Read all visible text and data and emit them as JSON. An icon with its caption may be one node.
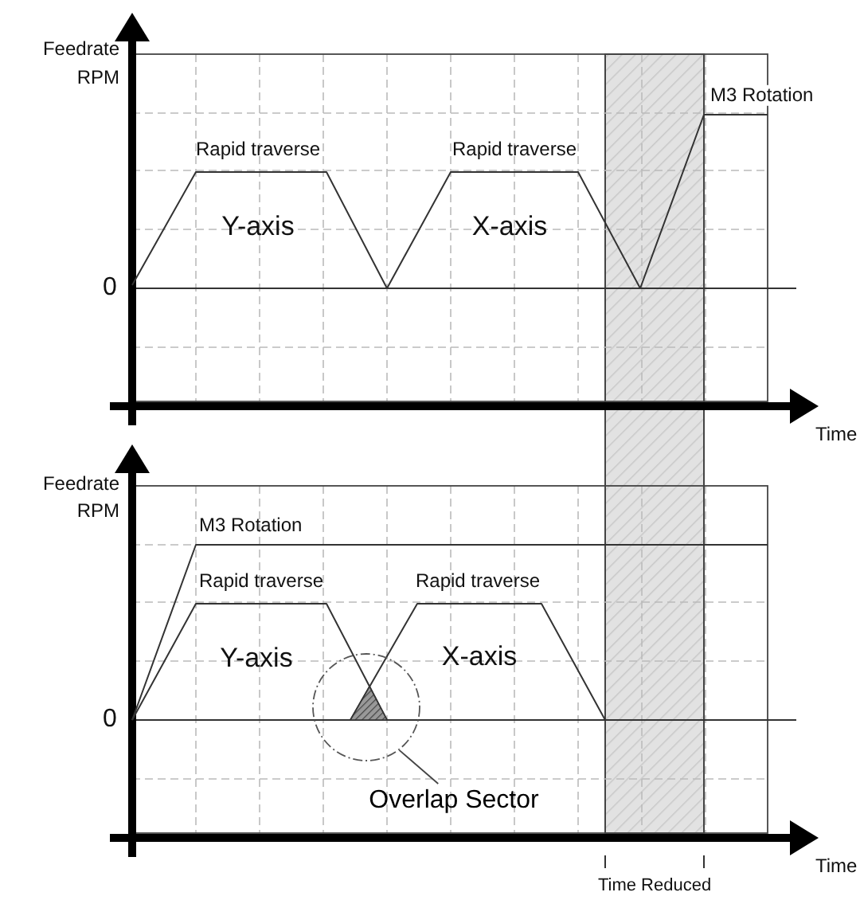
{
  "diagram": {
    "nodes": [
      {
        "text": [
          "Overlap Sector"
        ]
      },
      {
        "text": [],
        "shape": "circle"
      }
    ],
    "edges": [
      {
        "from": 0,
        "to": 1,
        "arrow": "none"
      }
    ],
    "labels": [
      "Feedrate",
      "RPM",
      "M3 Rotation",
      "Rapid traverse",
      "Rapid traverse",
      "Y-axis",
      "X-axis",
      "0",
      "Time",
      "Feedrate",
      "RPM",
      "M3 Rotation",
      "Rapid traverse",
      "Rapid traverse",
      "Y-axis",
      "X-axis",
      "0",
      "Time",
      "Time Reduced"
    ]
  }
}
